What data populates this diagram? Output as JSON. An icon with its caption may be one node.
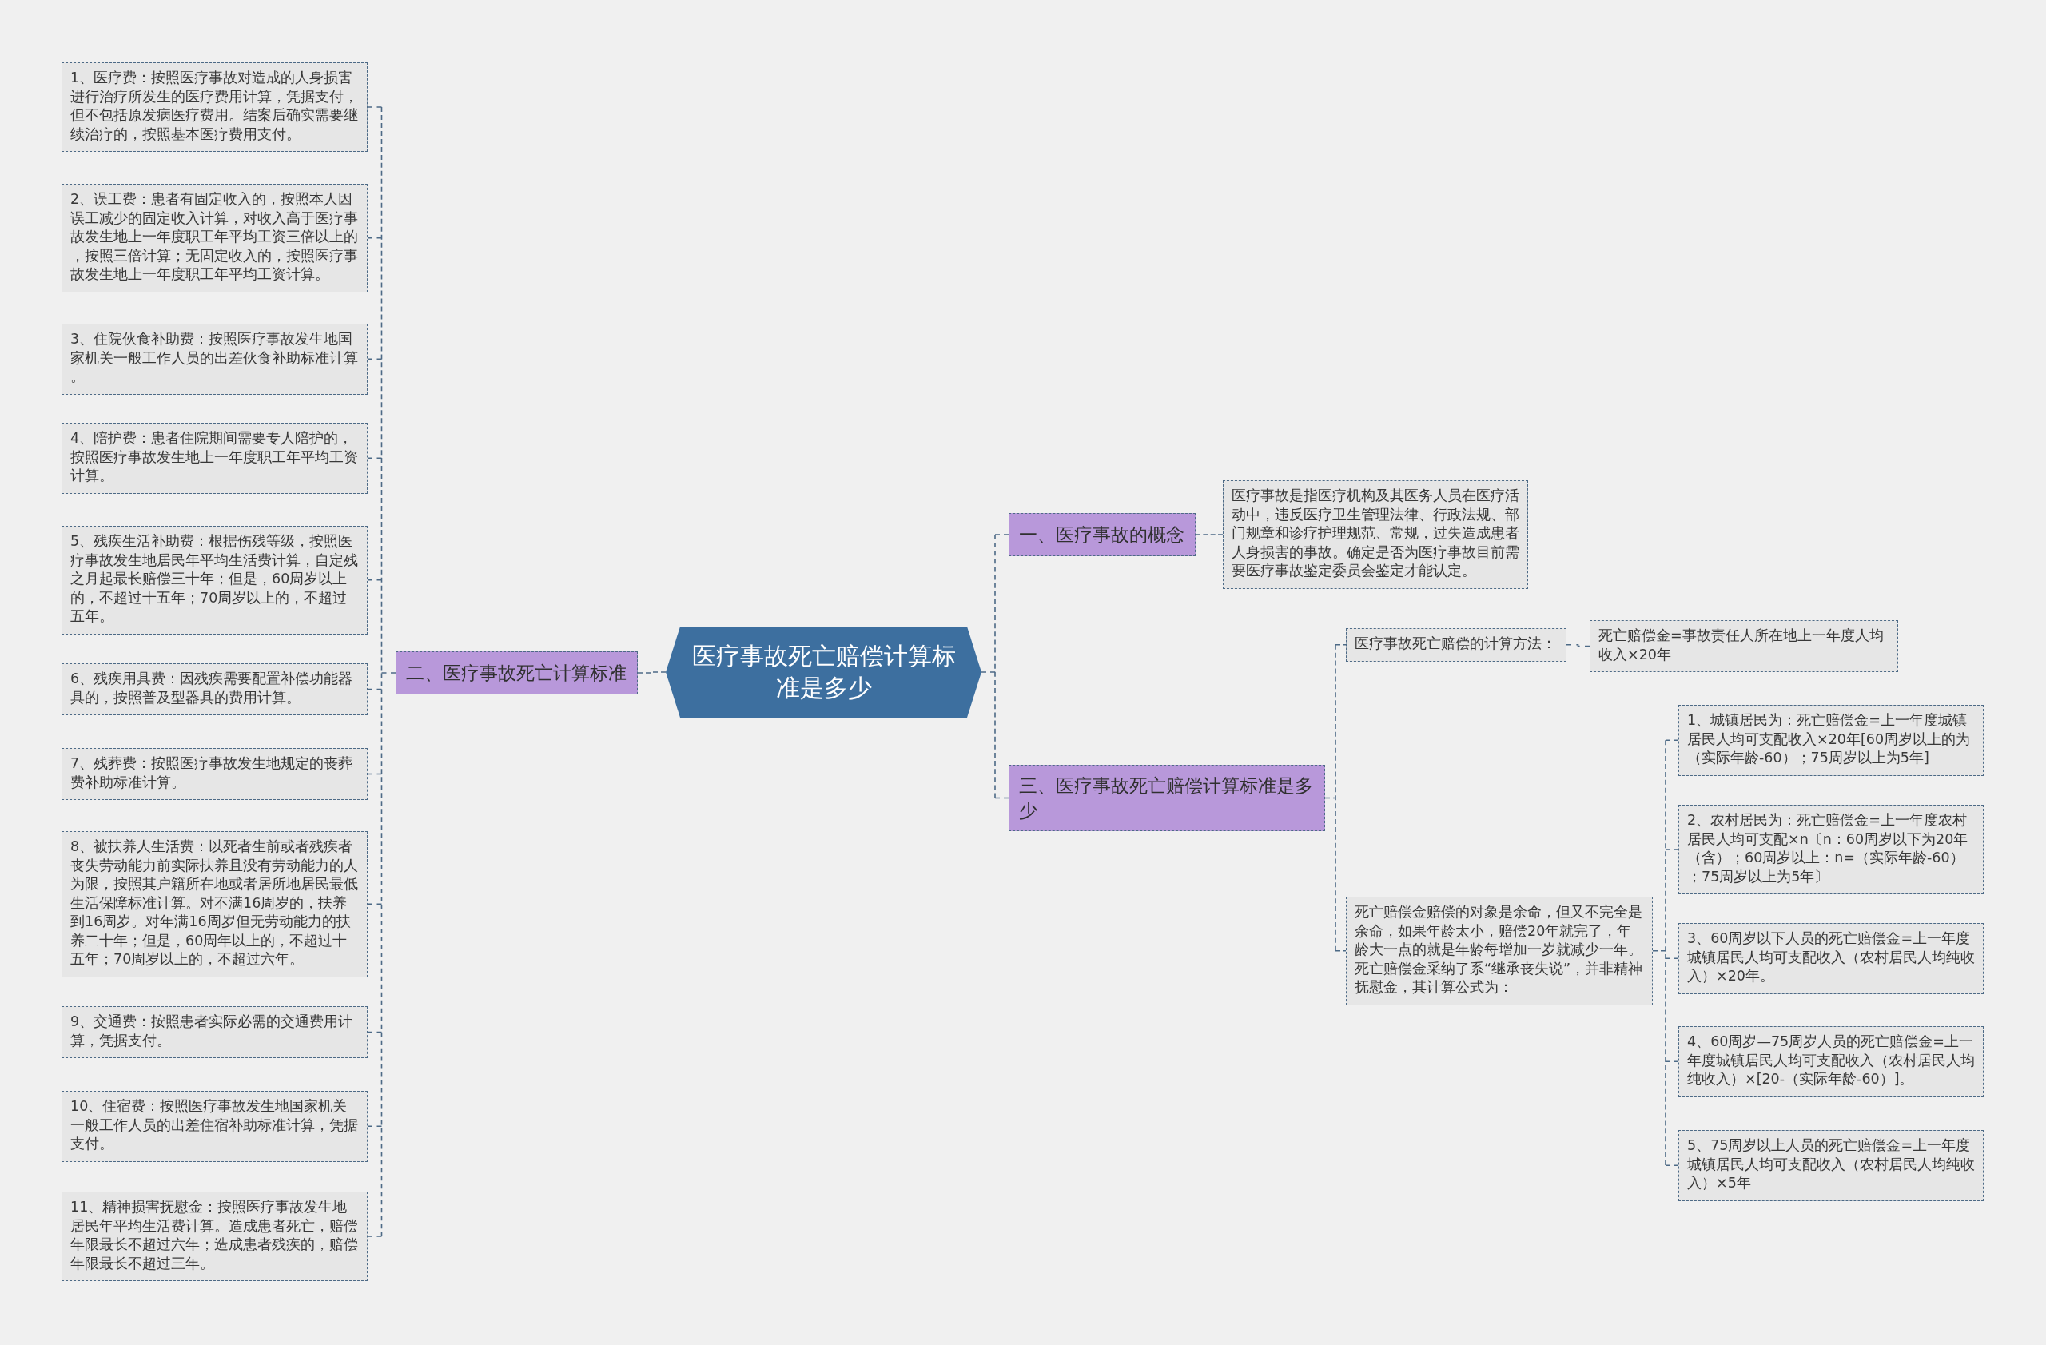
{
  "diagram": {
    "nodes": [
      {
        "text": [
          "医疗事故死亡赔偿计算标准是多少"
        ]
      },
      {
        "text": [
          "一、医疗事故的概念"
        ]
      },
      {
        "text": [
          "医疗事故是指医疗机构及其医务人员在医疗活动中，违反医疗卫生管理法律、行政法规、部门规章和诊疗护理规范、常规，过失造成患者人身损害的事故。确定是否为医疗事故目前需要医疗事故鉴定委员会鉴定才能认定。"
        ]
      },
      {
        "text": [
          "二、医疗事故死亡计算标准"
        ]
      },
      {
        "text": [
          "1、医疗费：按照医疗事故对造成的人身损害进行治疗所发生的医疗费用计算，凭据支付，但不包括原发病医疗费用。结案后确实需要继续治疗的，按照基本医疗费用支付。"
        ]
      },
      {
        "text": [
          "2、误工费：患者有固定收入的，按照本人因误工减少的固定收入计算，对收入高于医疗事故发生地上一年度职工年平均工资三倍以上的，按照三倍计算；无固定收入的，按照医疗事故发生地上一年度职工年平均工资计算。"
        ]
      },
      {
        "text": [
          "3、住院伙食补助费：按照医疗事故发生地国家机关一般工作人员的出差伙食补助标准计算。"
        ]
      },
      {
        "text": [
          "4、陪护费：患者住院期间需要专人陪护的，按照医疗事故发生地上一年度职工年平均工资计算。"
        ]
      },
      {
        "text": [
          "5、残疾生活补助费：根据伤残等级，按照医疗事故发生地居民年平均生活费计算，自定残之月起最长赔偿三十年；但是，60周岁以上的，不超过十五年；70周岁以上的，不超过五年。"
        ]
      },
      {
        "text": [
          "6、残疾用具费：因残疾需要配置补偿功能器具的，按照普及型器具的费用计算。"
        ]
      },
      {
        "text": [
          "7、残葬费：按照医疗事故发生地规定的丧葬费补助标准计算。"
        ]
      },
      {
        "text": [
          "8、被扶养人生活费：以死者生前或者残疾者丧失劳动能力前实际扶养且没有劳动能力的人为限，按照其户籍所在地或者居所地居民最低生活保障标准计算。对不满16周岁的，扶养到16周岁。对年满16周岁但无劳动能力的扶养二十年；但是，60周年以上的，不超过十五年；70周岁以上的，不超过六年。"
        ]
      },
      {
        "text": [
          "9、交通费：按照患者实际必需的交通费用计算，凭据支付。"
        ]
      },
      {
        "text": [
          "10、住宿费：按照医疗事故发生地国家机关一般工作人员的出差住宿补助标准计算，凭据支付。"
        ]
      },
      {
        "text": [
          "11、精神损害抚慰金：按照医疗事故发生地居民年平均生活费计算。造成患者死亡，赔偿年限最长不超过六年；造成患者残疾的，赔偿年限最长不超过三年。"
        ]
      },
      {
        "text": [
          "三、医疗事故死亡赔偿计算标准是多少"
        ]
      },
      {
        "text": [
          "医疗事故死亡赔偿的计算方法："
        ]
      },
      {
        "text": [
          "死亡赔偿金=事故责任人所在地上一年度人均收入×20年"
        ]
      },
      {
        "text": [
          "死亡赔偿金赔偿的对象是余命，但又不完全是余命，如果年龄太小，赔偿20年就完了，年龄大一点的就是年龄每增加一岁就减少一年。死亡赔偿金采纳了系“继承丧失说”，并非精神抚慰金，其计算公式为："
        ]
      },
      {
        "text": [
          "1、城镇居民为：死亡赔偿金=上一年度城镇居民人均可支配收入×20年[60周岁以上的为（实际年龄-60）；75周岁以上为5年]"
        ]
      },
      {
        "text": [
          "2、农村居民为：死亡赔偿金=上一年度农村居民人均可支配×n〔n：60周岁以下为20年（含）；60周岁以上：n=（实际年龄-60）；75周岁以上为5年〕"
        ]
      },
      {
        "text": [
          "3、60周岁以下人员的死亡赔偿金=上一年度城镇居民人均可支配收入（农村居民人均纯收入）×20年。"
        ]
      },
      {
        "text": [
          "4、60周岁—75周岁人员的死亡赔偿金=上一年度城镇居民人均可支配收入（农村居民人均纯收入）×[20-（实际年龄-60）]。"
        ]
      },
      {
        "text": [
          "5、75周岁以上人员的死亡赔偿金=上一年度城镇居民人均可支配收入（农村居民人均纯收入）×5年"
        ]
      }
    ],
    "edges": [
      {
        "from": 0,
        "to": 1,
        "arrow": "none",
        "style": "dashed"
      },
      {
        "from": 0,
        "to": 3,
        "arrow": "none",
        "style": "dashed"
      },
      {
        "from": 0,
        "to": 15,
        "arrow": "none",
        "style": "dashed"
      },
      {
        "from": 1,
        "to": 2,
        "arrow": "none",
        "style": "dashed"
      },
      {
        "from": 3,
        "to": 4,
        "arrow": "none",
        "style": "dashed"
      },
      {
        "from": 3,
        "to": 5,
        "arrow": "none",
        "style": "dashed"
      },
      {
        "from": 3,
        "to": 6,
        "arrow": "none",
        "style": "dashed"
      },
      {
        "from": 3,
        "to": 7,
        "arrow": "none",
        "style": "dashed"
      },
      {
        "from": 3,
        "to": 8,
        "arrow": "none",
        "style": "dashed"
      },
      {
        "from": 3,
        "to": 9,
        "arrow": "none",
        "style": "dashed"
      },
      {
        "from": 3,
        "to": 10,
        "arrow": "none",
        "style": "dashed"
      },
      {
        "from": 3,
        "to": 11,
        "arrow": "none",
        "style": "dashed"
      },
      {
        "from": 3,
        "to": 12,
        "arrow": "none",
        "style": "dashed"
      },
      {
        "from": 3,
        "to": 13,
        "arrow": "none",
        "style": "dashed"
      },
      {
        "from": 3,
        "to": 14,
        "arrow": "none",
        "style": "dashed"
      },
      {
        "from": 15,
        "to": 16,
        "arrow": "none",
        "style": "dashed"
      },
      {
        "from": 15,
        "to": 18,
        "arrow": "none",
        "style": "dashed"
      },
      {
        "from": 16,
        "to": 17,
        "arrow": "none",
        "style": "dashed"
      },
      {
        "from": 18,
        "to": 19,
        "arrow": "none",
        "style": "dashed"
      },
      {
        "from": 18,
        "to": 20,
        "arrow": "none",
        "style": "dashed"
      },
      {
        "from": 18,
        "to": 21,
        "arrow": "none",
        "style": "dashed"
      },
      {
        "from": 18,
        "to": 22,
        "arrow": "none",
        "style": "dashed"
      },
      {
        "from": 18,
        "to": 23,
        "arrow": "none",
        "style": "dashed"
      }
    ]
  }
}
